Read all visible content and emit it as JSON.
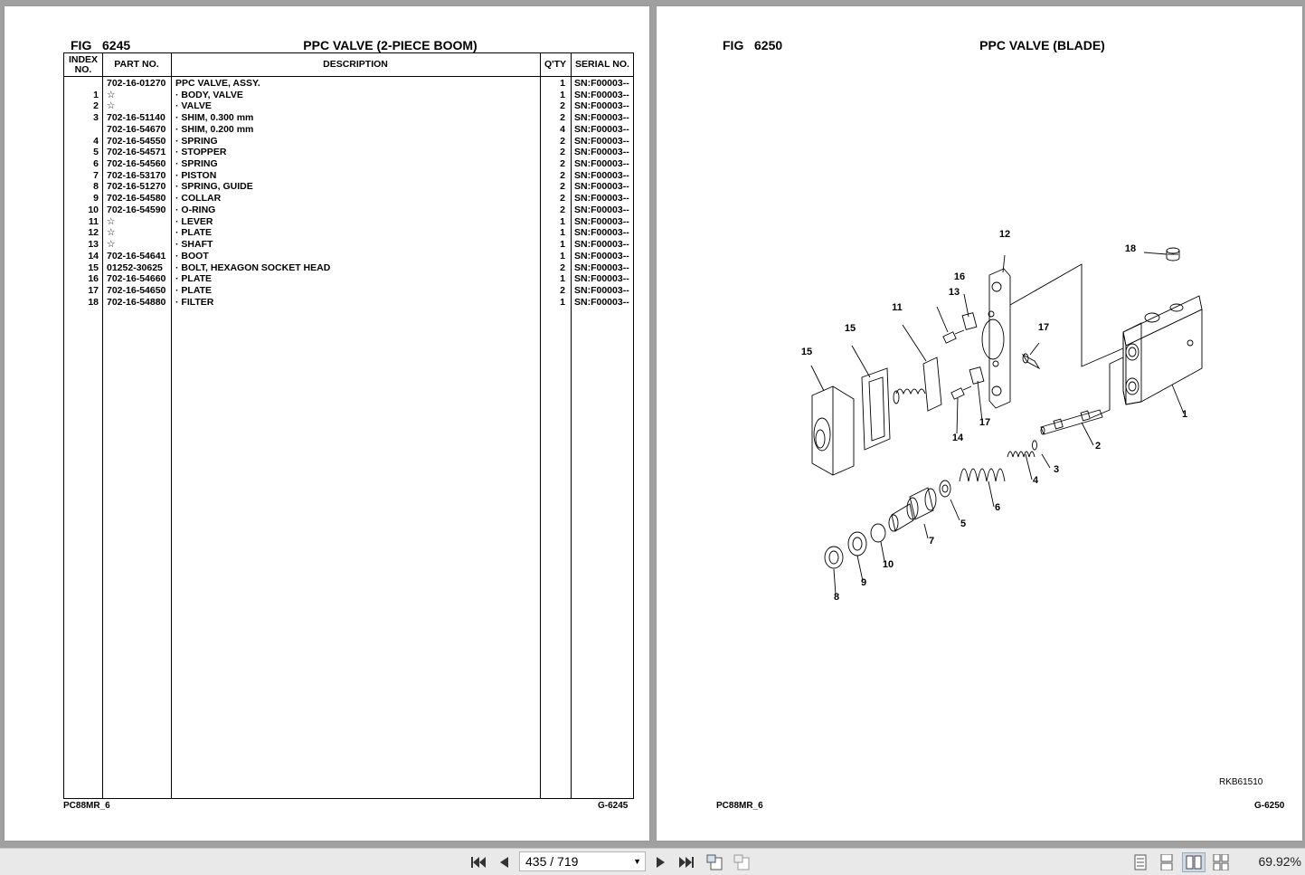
{
  "left_page": {
    "fig_label": "FIG",
    "fig_number": "6245",
    "title": "PPC VALVE (2-PIECE BOOM)",
    "headers": {
      "index": "INDEX NO.",
      "part_no": "PART NO.",
      "description": "DESCRIPTION",
      "qty": "Q'TY",
      "serial_no": "SERIAL NO."
    },
    "rows": [
      {
        "index": "",
        "part": "702-16-01270",
        "desc": "PPC VALVE, ASSY.",
        "qty": "1",
        "sn": "SN:F00003--"
      },
      {
        "index": "1",
        "part": "☆",
        "desc": "· BODY, VALVE",
        "qty": "1",
        "sn": "SN:F00003--"
      },
      {
        "index": "2",
        "part": "☆",
        "desc": "· VALVE",
        "qty": "2",
        "sn": "SN:F00003--"
      },
      {
        "index": "3",
        "part": "702-16-51140",
        "desc": "· SHIM, 0.300 mm",
        "qty": "2",
        "sn": "SN:F00003--"
      },
      {
        "index": "",
        "part": "702-16-54670",
        "desc": "· SHIM, 0.200 mm",
        "qty": "4",
        "sn": "SN:F00003--"
      },
      {
        "index": "4",
        "part": "702-16-54550",
        "desc": "· SPRING",
        "qty": "2",
        "sn": "SN:F00003--"
      },
      {
        "index": "5",
        "part": "702-16-54571",
        "desc": "· STOPPER",
        "qty": "2",
        "sn": "SN:F00003--"
      },
      {
        "index": "6",
        "part": "702-16-54560",
        "desc": "· SPRING",
        "qty": "2",
        "sn": "SN:F00003--"
      },
      {
        "index": "7",
        "part": "702-16-53170",
        "desc": "· PISTON",
        "qty": "2",
        "sn": "SN:F00003--"
      },
      {
        "index": "8",
        "part": "702-16-51270",
        "desc": "· SPRING, GUIDE",
        "qty": "2",
        "sn": "SN:F00003--"
      },
      {
        "index": "9",
        "part": "702-16-54580",
        "desc": "· COLLAR",
        "qty": "2",
        "sn": "SN:F00003--"
      },
      {
        "index": "10",
        "part": "702-16-54590",
        "desc": "· O-RING",
        "qty": "2",
        "sn": "SN:F00003--"
      },
      {
        "index": "11",
        "part": "☆",
        "desc": "· LEVER",
        "qty": "1",
        "sn": "SN:F00003--"
      },
      {
        "index": "12",
        "part": "☆",
        "desc": "· PLATE",
        "qty": "1",
        "sn": "SN:F00003--"
      },
      {
        "index": "13",
        "part": "☆",
        "desc": "· SHAFT",
        "qty": "1",
        "sn": "SN:F00003--"
      },
      {
        "index": "14",
        "part": "702-16-54641",
        "desc": "· BOOT",
        "qty": "1",
        "sn": "SN:F00003--"
      },
      {
        "index": "15",
        "part": "01252-30625",
        "desc": "· BOLT, HEXAGON SOCKET HEAD",
        "qty": "2",
        "sn": "SN:F00003--"
      },
      {
        "index": "16",
        "part": "702-16-54660",
        "desc": "· PLATE",
        "qty": "1",
        "sn": "SN:F00003--"
      },
      {
        "index": "17",
        "part": "702-16-54650",
        "desc": "· PLATE",
        "qty": "2",
        "sn": "SN:F00003--"
      },
      {
        "index": "18",
        "part": "702-16-54880",
        "desc": "· FILTER",
        "qty": "1",
        "sn": "SN:F00003--"
      }
    ],
    "footer_left": "PC88MR_6",
    "footer_right": "G-6245"
  },
  "right_page": {
    "fig_label": "FIG",
    "fig_number": "6250",
    "title": "PPC VALVE (BLADE)",
    "callouts": [
      "1",
      "2",
      "3",
      "4",
      "5",
      "6",
      "7",
      "8",
      "9",
      "10",
      "11",
      "12",
      "13",
      "14",
      "15",
      "15",
      "16",
      "17",
      "17",
      "18"
    ],
    "drawing_code": "RKB61510",
    "footer_left": "PC88MR_6",
    "footer_right": "G-6250"
  },
  "toolbar": {
    "page_display": "435 / 719",
    "zoom": "69.92%",
    "icons": [
      "first-page-icon",
      "prev-page-icon",
      "next-page-icon",
      "last-page-icon",
      "rotate-icon",
      "fit-icon",
      "single-page-icon",
      "continuous-icon",
      "two-page-icon",
      "two-page-continuous-icon"
    ]
  }
}
